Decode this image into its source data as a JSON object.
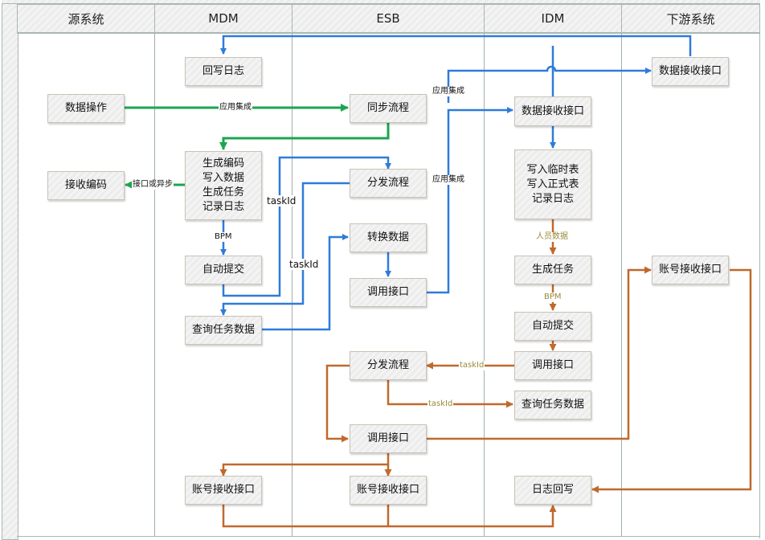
{
  "colors": {
    "blue": "#2f7bd9",
    "green": "#1aa64f",
    "brown": "#c0692d",
    "label_brown": "#9a8a3a"
  },
  "lanes": [
    {
      "id": "src",
      "title": "源系统"
    },
    {
      "id": "mdm",
      "title": "MDM"
    },
    {
      "id": "esb",
      "title": "ESB"
    },
    {
      "id": "idm",
      "title": "IDM"
    },
    {
      "id": "down",
      "title": "下游系统"
    }
  ],
  "nodes": {
    "mdm_writeback_log": "回写日志",
    "src_data_op": "数据操作",
    "src_receive_code": "接收编码",
    "mdm_generate": "生成编码\n写入数据\n生成任务\n记录日志",
    "mdm_auto_submit": "自动提交",
    "mdm_query_task": "查询任务数据",
    "mdm_account_recv": "账号接收接口",
    "esb_sync_flow": "同步流程",
    "esb_dispatch_flow": "分发流程",
    "esb_convert_data": "转换数据",
    "esb_call_api": "调用接口",
    "esb_dispatch_flow_2": "分发流程",
    "esb_call_api_2": "调用接口",
    "esb_account_recv": "账号接收接口",
    "idm_data_recv": "数据接收接口",
    "idm_write_tables": "写入临时表\n写入正式表\n记录日志",
    "idm_generate_task": "生成任务",
    "idm_auto_submit": "自动提交",
    "idm_call_api": "调用接口",
    "idm_query_task": "查询任务数据",
    "idm_log_writeback": "日志回写",
    "down_data_recv": "数据接收接口",
    "down_account_recv": "账号接收接口"
  },
  "edge_labels": {
    "app_integration_1": "应用集成",
    "app_integration_2": "应用集成",
    "app_integration_3": "应用集成",
    "interface_or_async": "接口或异步",
    "bpm_mdm": "BPM",
    "taskid_1": "taskId",
    "taskid_2": "taskId",
    "person_data": "人员数据",
    "bpm_idm": "BPM",
    "taskid_3": "taskId",
    "taskid_4": "taskId"
  }
}
